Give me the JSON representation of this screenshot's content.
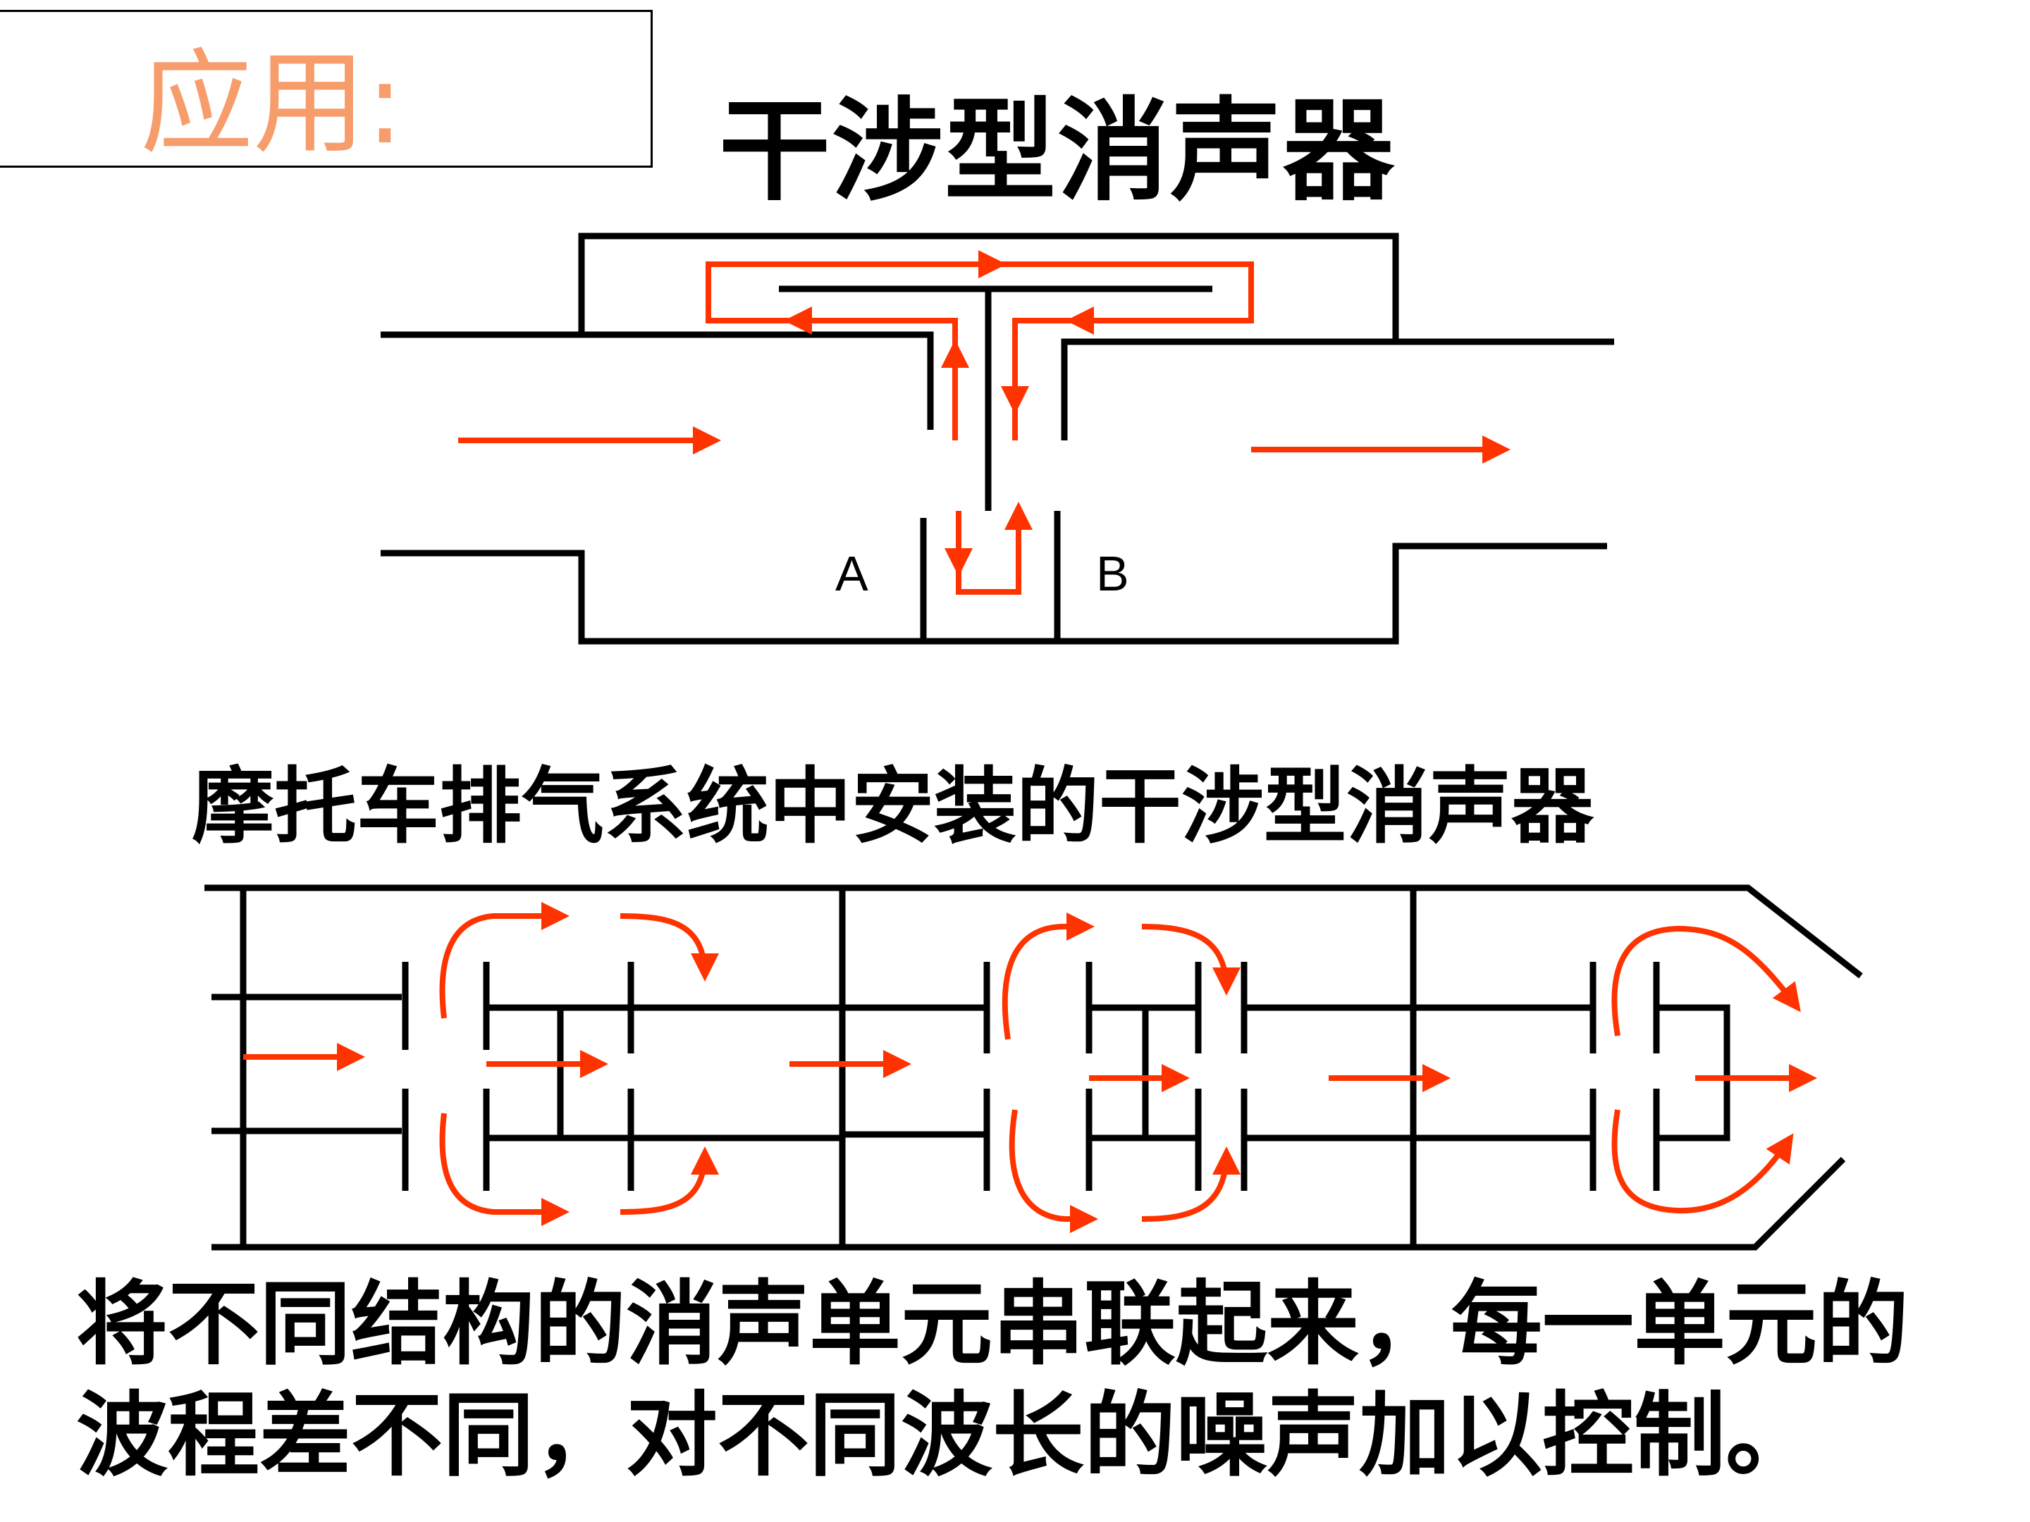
{
  "slide": {
    "label": "应用:",
    "label_color": "#f79c6b",
    "title": "干涉型消声器",
    "subtitle": "摩托车排气系统中安装的干涉型消声器",
    "description_lines": [
      "将不同结构的消声单元串联起来，每一单元的",
      "波程差不同，对不同波长的噪声加以控制。"
    ]
  },
  "diagram_top": {
    "port_a": "A",
    "port_b": "B",
    "arrow_color": "#ff3300",
    "wall_color": "#000000"
  },
  "diagram_bottom": {
    "arrow_color": "#ff3300",
    "wall_color": "#000000"
  }
}
